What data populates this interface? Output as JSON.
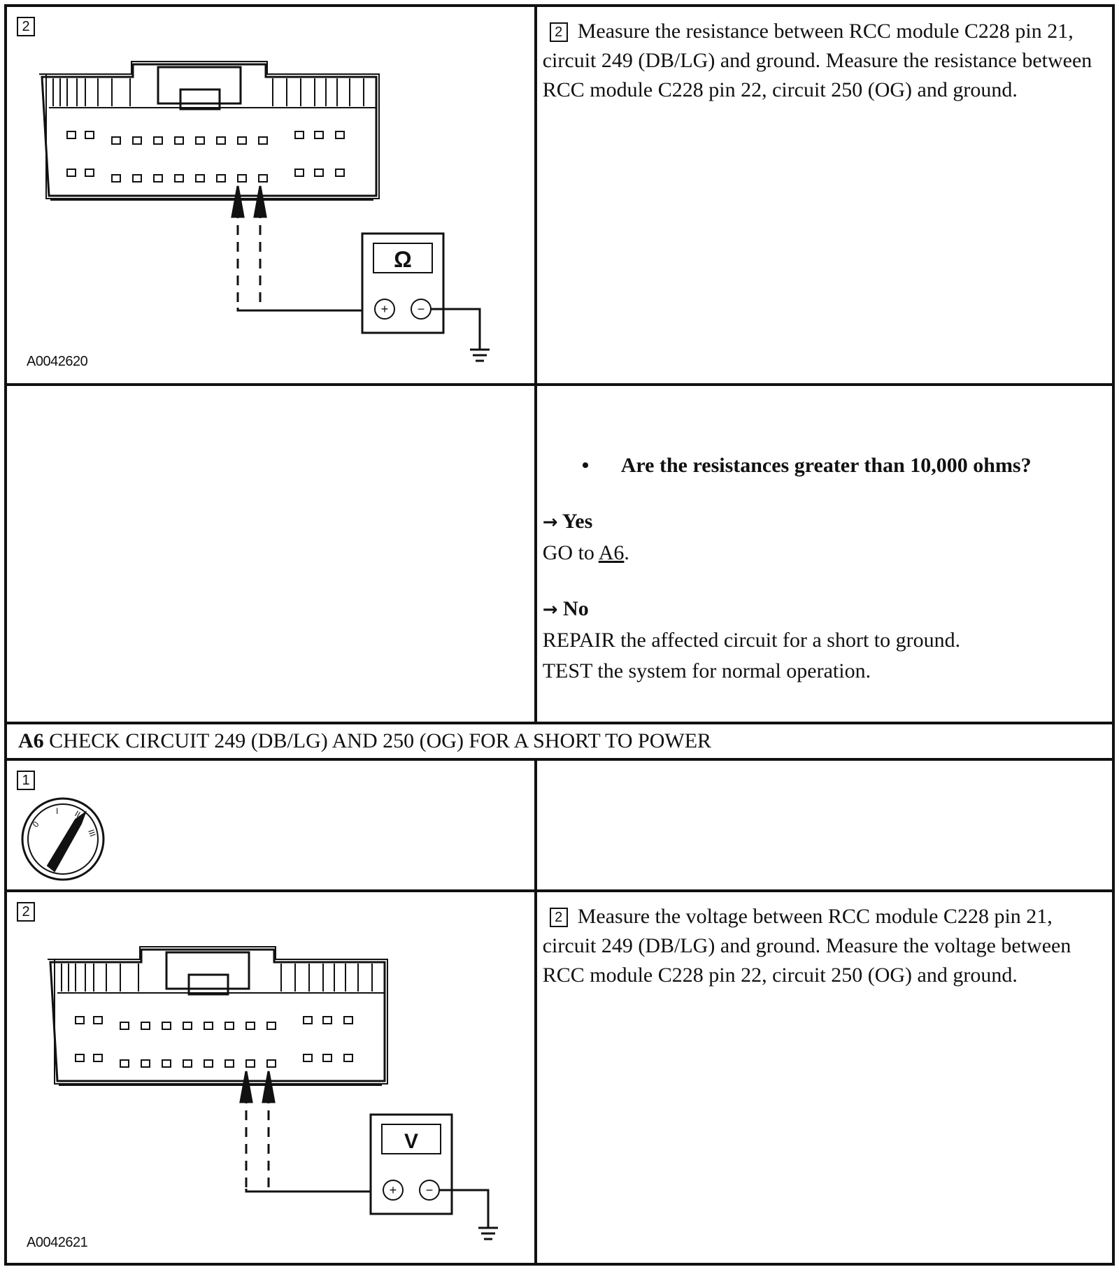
{
  "row1": {
    "figure": {
      "step": "2",
      "code": "A0042620",
      "meter_symbol": "Ω"
    },
    "instruction": {
      "step": "2",
      "text": "Measure the resistance between RCC module C228 pin 21, circuit 249 (DB/LG) and ground. Measure the resistance between RCC module C228 pin 22, circuit 250 (OG) and ground."
    }
  },
  "row2": {
    "question": "Are the resistances greater than 10,000 ohms?",
    "yes": {
      "label": "Yes",
      "prefix": "GO to ",
      "link": "A6",
      "suffix": "."
    },
    "no": {
      "label": "No",
      "text1": "REPAIR the affected circuit for a short to ground.",
      "text2": "TEST the system for normal operation."
    },
    "arrow_icon": "→"
  },
  "section": {
    "id": "A6",
    "title": "CHECK CIRCUIT 249 (DB/LG) AND 250 (OG) FOR A SHORT TO POWER"
  },
  "row4": {
    "figure": {
      "step": "1",
      "key_labels": [
        "0",
        "I",
        "II",
        "III"
      ]
    }
  },
  "row5": {
    "figure": {
      "step": "2",
      "code": "A0042621",
      "meter_symbol": "V"
    },
    "instruction": {
      "step": "2",
      "text": "Measure the voltage between RCC module C228 pin 21, circuit 249 (DB/LG) and ground. Measure the voltage between RCC module C228 pin 22, circuit 250 (OG) and ground."
    }
  }
}
